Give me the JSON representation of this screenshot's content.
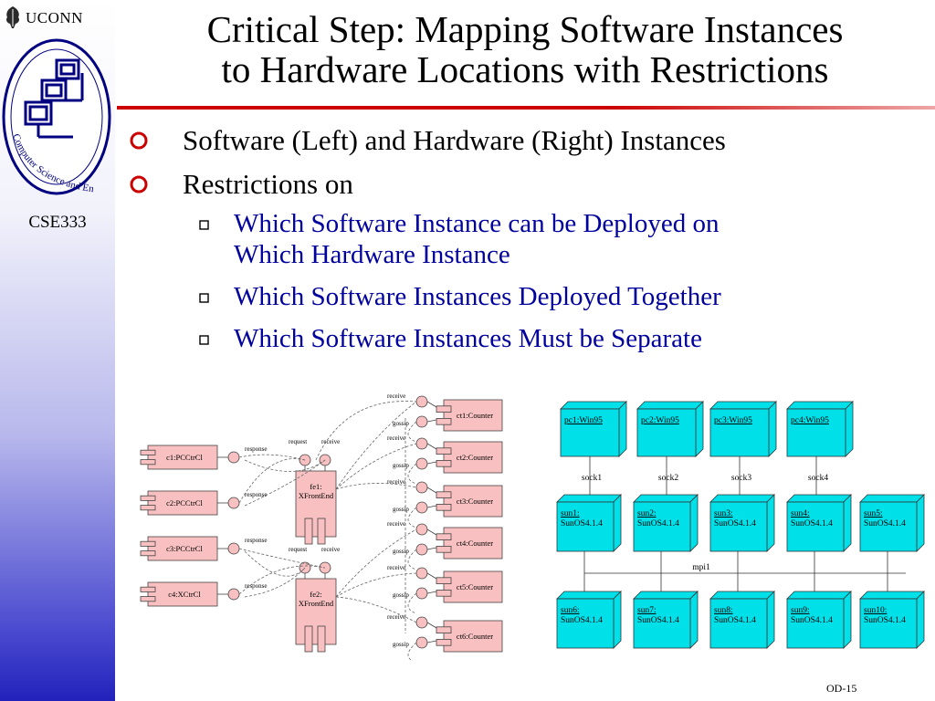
{
  "sidebar": {
    "university": "UCONN",
    "logo_text": "Computer Science and Engineering",
    "course": "CSE333"
  },
  "title": {
    "line1": "Critical Step: Mapping Software Instances",
    "line2": "to Hardware Locations with Restrictions"
  },
  "bullets": {
    "b1": "Software (Left) and Hardware (Right) Instances",
    "b2": "Restrictions on",
    "sub1a": "Which Software Instance can be Deployed on",
    "sub1b": "Which Hardware Instance",
    "sub2": "Which Software Instances Deployed Together",
    "sub3": "Which Software Instances Must be Separate"
  },
  "software_diagram": {
    "clients": [
      "c1:PCCtrCl",
      "c2:PCCtrCl",
      "c3:PCCtrCl",
      "c4:XCtrCl"
    ],
    "front_ends": [
      "fe1:\nXFrontEnd",
      "fe2:\nXFrontEnd"
    ],
    "counters": [
      "ct1:Counter",
      "ct2:Counter",
      "ct3:Counter",
      "ct4:Counter",
      "ct5:Counter",
      "ct6:Counter"
    ],
    "labels": {
      "request": "request",
      "receive": "receive",
      "response": "response",
      "gossip": "gossip"
    }
  },
  "hardware_diagram": {
    "top_nodes": [
      "pc1:Win95",
      "pc2:Win95",
      "pc3:Win95",
      "pc4:Win95"
    ],
    "sockets": [
      "sock1",
      "sock2",
      "sock3",
      "sock4"
    ],
    "mid_nodes": [
      {
        "name": "sun1:",
        "os": "SunOS4.1.4"
      },
      {
        "name": "sun2:",
        "os": "SunOS4.1.4"
      },
      {
        "name": "sun3:",
        "os": "SunOS4.1.4"
      },
      {
        "name": "sun4:",
        "os": "SunOS4.1.4"
      },
      {
        "name": "sun5:",
        "os": "SunOS4.1.4"
      }
    ],
    "bus": "mpi1",
    "bottom_nodes": [
      {
        "name": "sun6:",
        "os": "SunOS4.1.4"
      },
      {
        "name": "sun7:",
        "os": "SunOS4.1.4"
      },
      {
        "name": "sun8:",
        "os": "SunOS4.1.4"
      },
      {
        "name": "sun9:",
        "os": "SunOS4.1.4"
      },
      {
        "name": "sun10:",
        "os": "SunOS4.1.4"
      }
    ]
  },
  "footer": {
    "slide_number": "OD-15"
  },
  "colors": {
    "bullet": "#cc0000",
    "subtext": "#00009e",
    "node": "#00e0e8",
    "component": "#f8c0c0"
  }
}
